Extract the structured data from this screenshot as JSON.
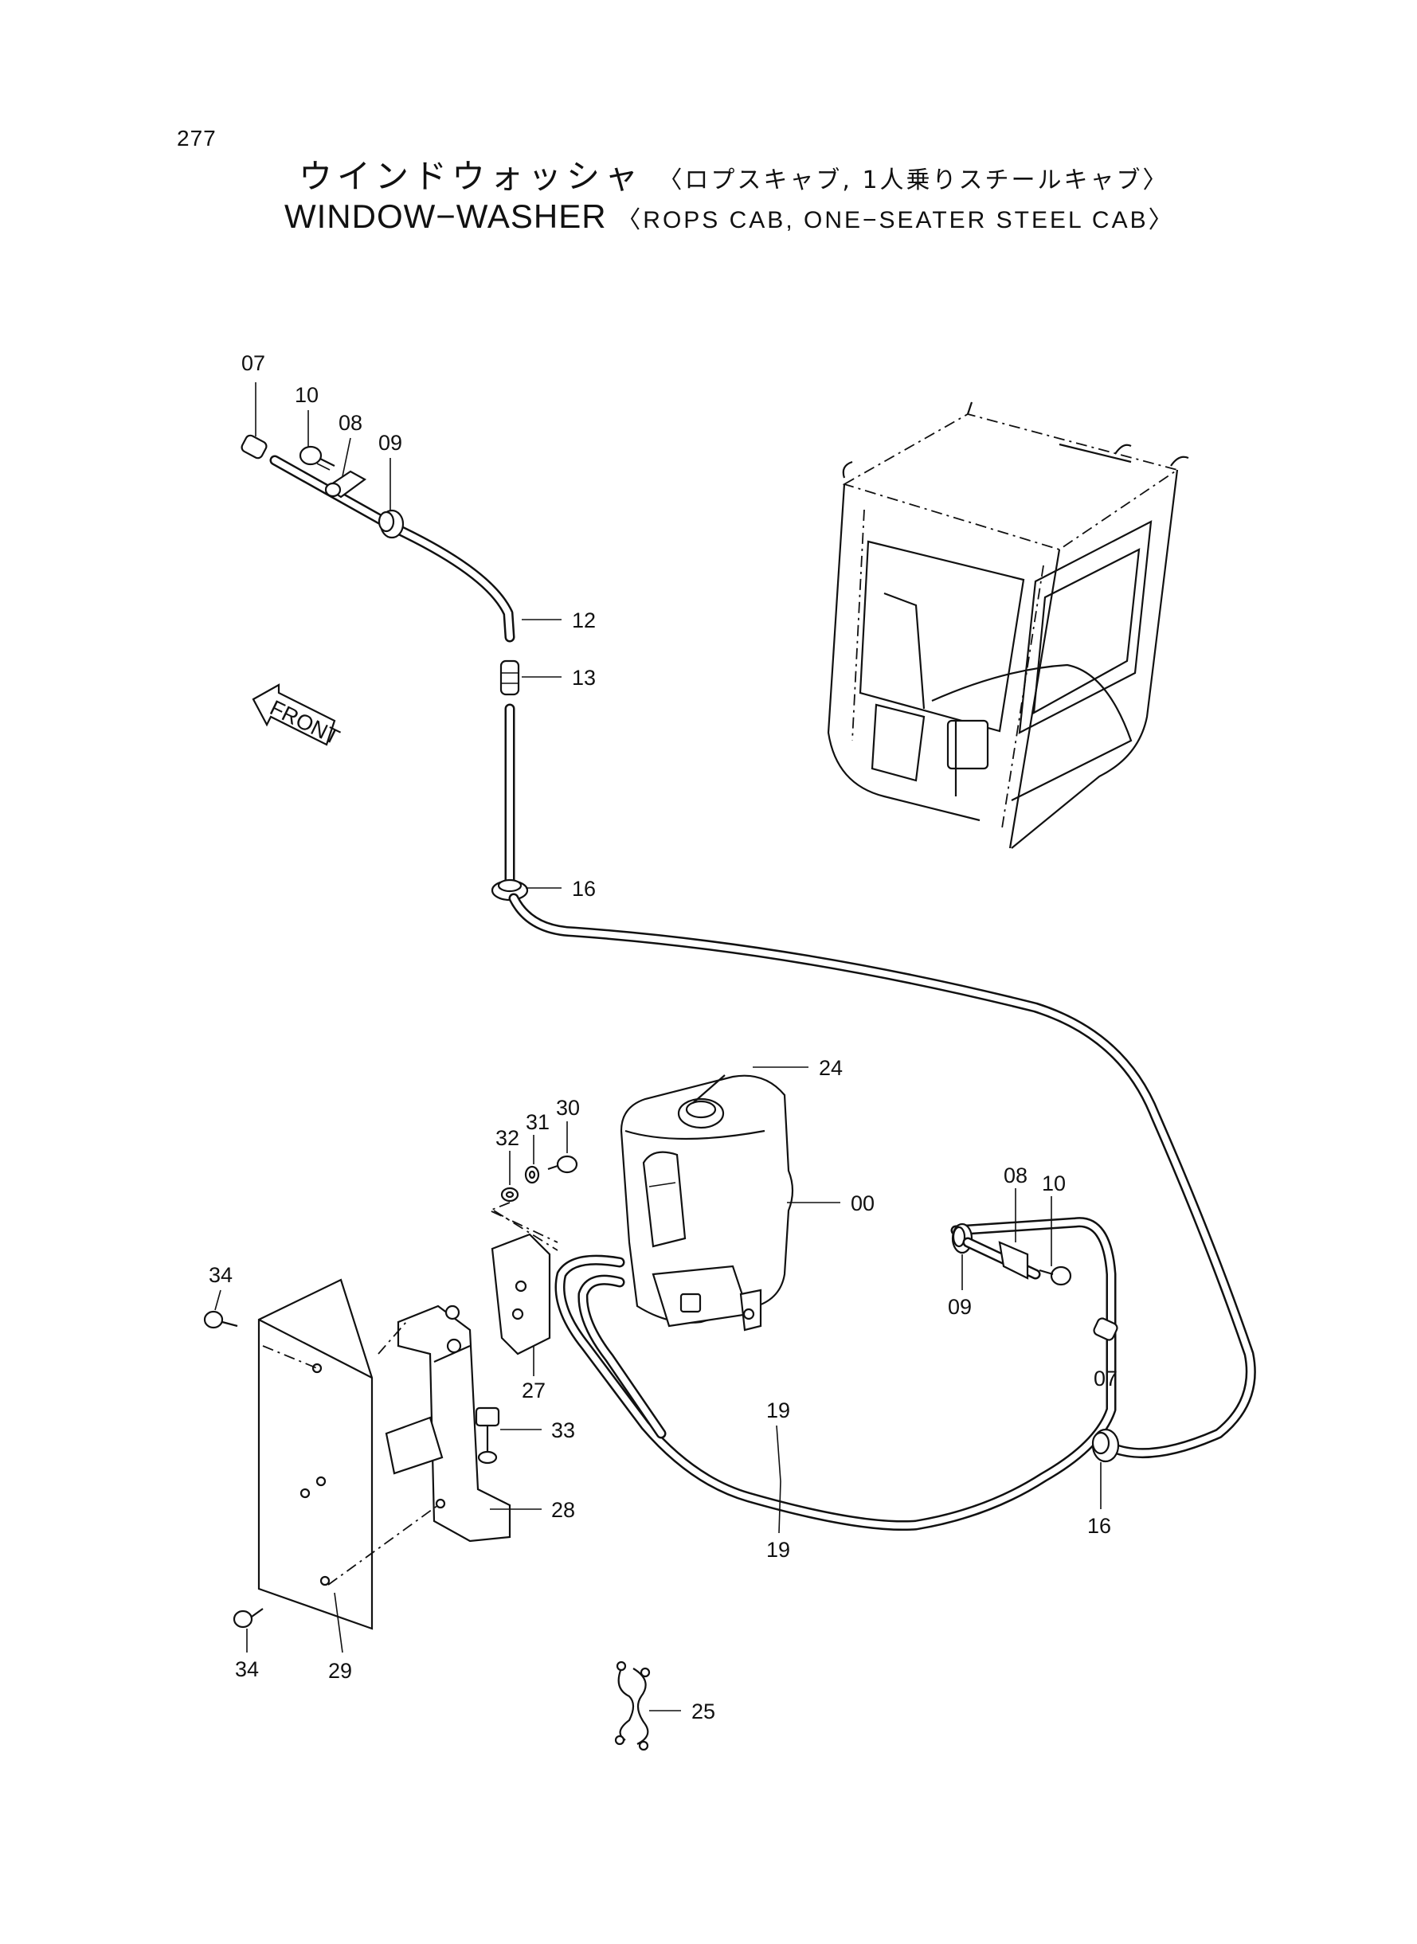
{
  "page_number": "277",
  "title": {
    "jp_main": "ウインドウォッシャ",
    "jp_sub": "〈ロプスキャブ, 1人乗りスチールキャブ〉",
    "en_main": "WINDOW−WASHER",
    "en_sub": "〈ROPS CAB, ONE−SEATER STEEL CAB〉"
  },
  "front_arrow": {
    "label": "FRONT"
  },
  "callouts": [
    {
      "id": "07-top",
      "label": "07"
    },
    {
      "id": "10-top",
      "label": "10"
    },
    {
      "id": "08-top",
      "label": "08"
    },
    {
      "id": "09-top",
      "label": "09"
    },
    {
      "id": "12",
      "label": "12"
    },
    {
      "id": "13",
      "label": "13"
    },
    {
      "id": "16-top",
      "label": "16"
    },
    {
      "id": "24",
      "label": "24"
    },
    {
      "id": "30",
      "label": "30"
    },
    {
      "id": "31",
      "label": "31"
    },
    {
      "id": "32",
      "label": "32"
    },
    {
      "id": "00",
      "label": "00"
    },
    {
      "id": "08-right",
      "label": "08"
    },
    {
      "id": "10-right",
      "label": "10"
    },
    {
      "id": "09-right",
      "label": "09"
    },
    {
      "id": "07-right",
      "label": "07"
    },
    {
      "id": "34-top",
      "label": "34"
    },
    {
      "id": "27",
      "label": "27"
    },
    {
      "id": "33",
      "label": "33"
    },
    {
      "id": "28",
      "label": "28"
    },
    {
      "id": "19-a",
      "label": "19"
    },
    {
      "id": "19-b",
      "label": "19"
    },
    {
      "id": "16-bottom",
      "label": "16"
    },
    {
      "id": "34-bottom",
      "label": "34"
    },
    {
      "id": "29",
      "label": "29"
    },
    {
      "id": "25",
      "label": "25"
    }
  ]
}
